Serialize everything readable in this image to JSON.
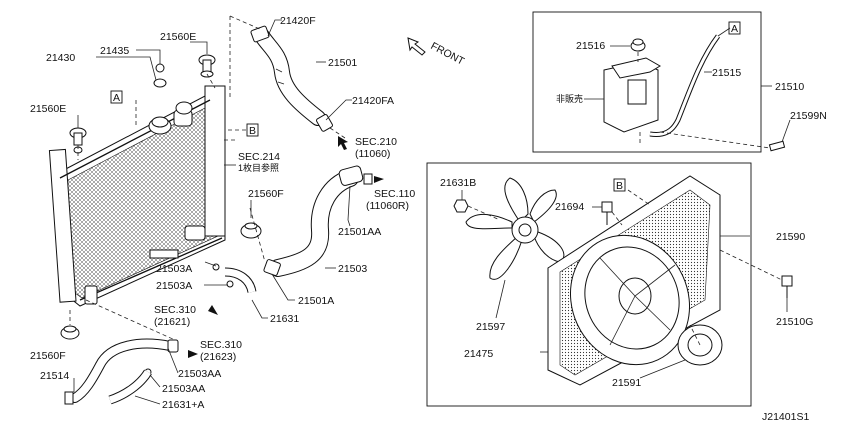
{
  "diagram_id": "J21401S1",
  "front_label": "FRONT",
  "parts": {
    "p21420F": "21420F",
    "p21501": "21501",
    "p21420FA": "21420FA",
    "sec210": "SEC.210",
    "sec210_ref": "(11060)",
    "sec110": "SEC.110",
    "sec110_ref": "(11060R)",
    "p21501AA": "21501AA",
    "p21503": "21503",
    "p21501A": "21501A",
    "p21631": "21631",
    "p21503A_1": "21503A",
    "p21503A_2": "21503A",
    "sec310a": "SEC.310",
    "sec310a_ref": "(21621)",
    "sec310b": "SEC.310",
    "sec310b_ref": "(21623)",
    "p21503AA": "21503AA",
    "p21503AA_2": "21503AA",
    "p21631A": "21631+A",
    "p21514": "21514",
    "p21560F_1": "21560F",
    "p21560F_2": "21560F",
    "p21560E_1": "21560E",
    "p21560E_2": "21560E",
    "p21435": "21435",
    "p21430": "21430",
    "sec214": "SEC.214",
    "sec214_note": "1枚目参照",
    "p21516": "21516",
    "p21515": "21515",
    "p21510": "21510",
    "p21599N": "21599N",
    "not_sold": "非販売",
    "p21631B": "21631B",
    "p21694": "21694",
    "p21590": "21590",
    "p21510G": "21510G",
    "p21597": "21597",
    "p21475": "21475",
    "p21591": "21591"
  },
  "callouts": {
    "A": "A",
    "B": "B"
  }
}
